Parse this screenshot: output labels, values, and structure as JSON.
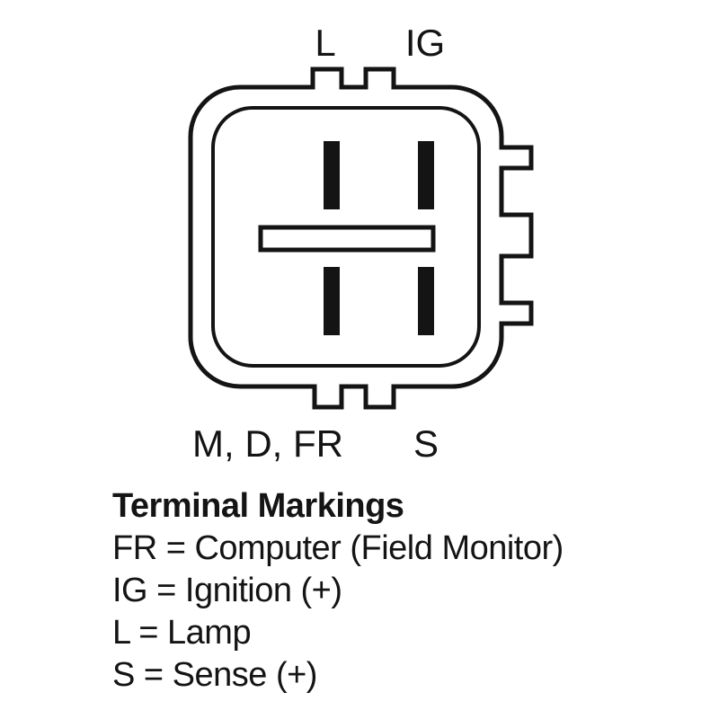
{
  "connector": {
    "top_terminal_labels": [
      "L",
      "IG"
    ],
    "bottom_terminal_labels": [
      "M, D, FR",
      "S"
    ]
  },
  "legend": {
    "title": "Terminal Markings",
    "entries": [
      "FR = Computer (Field Monitor)",
      "IG = Ignition (+)",
      "L = Lamp",
      "S = Sense (+)"
    ]
  },
  "colors": {
    "ink": "#141414",
    "background": "#ffffff"
  }
}
